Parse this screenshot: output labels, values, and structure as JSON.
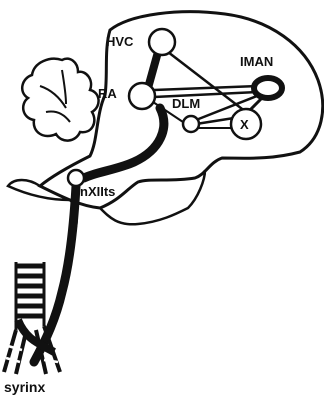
{
  "nuclei": {
    "hvc": "HVC",
    "ra": "RA",
    "lman": "IMAN",
    "dlm": "DLM",
    "x": "X",
    "nxiits": "nXIIts"
  },
  "organ": {
    "syrinx": "syrinx"
  },
  "colors": {
    "line": "#111111",
    "background": "#ffffff"
  }
}
